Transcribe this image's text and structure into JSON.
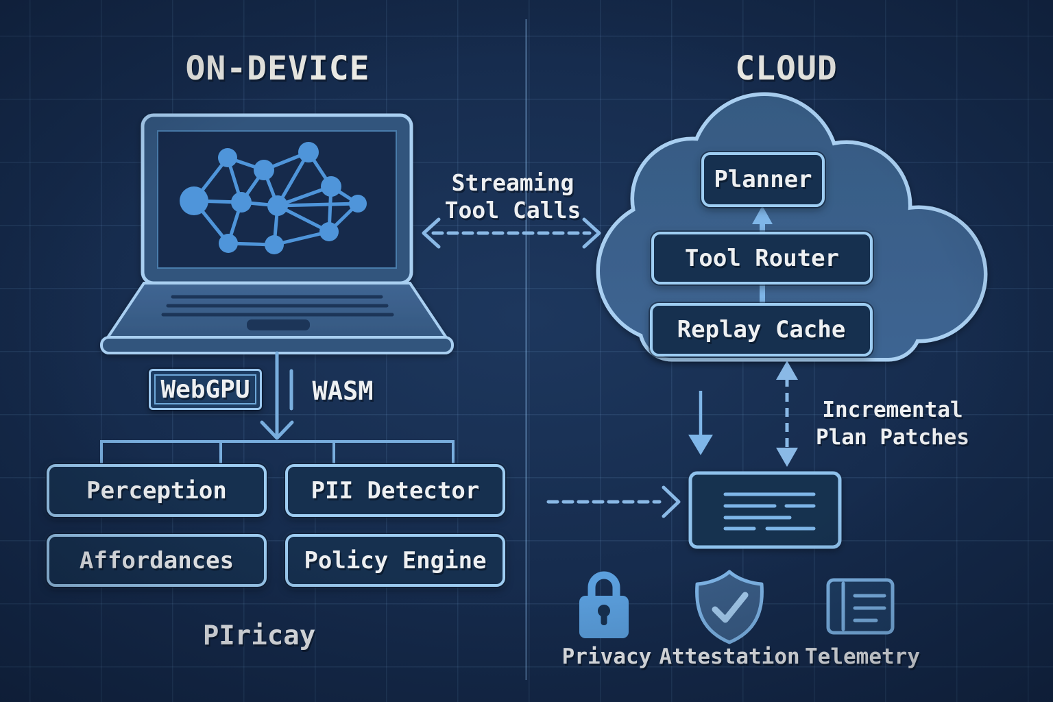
{
  "left": {
    "title": "ON-DEVICE",
    "webgpu": "WebGPU",
    "wasm": "WASM",
    "modules": [
      "Perception",
      "PII Detector",
      "Affordances",
      "Policy Engine"
    ],
    "caption": "PIricay"
  },
  "center": {
    "link_label_line1": "Streaming",
    "link_label_line2": "Tool Calls"
  },
  "right": {
    "title": "CLOUD",
    "planner": "Planner",
    "tool_router": "Tool Router",
    "replay_cache": "Replay Cache",
    "patches_line1": "Incremental",
    "patches_line2": "Plan Patches",
    "badges": [
      {
        "icon": "lock-icon",
        "label": "Privacy"
      },
      {
        "icon": "shield-check-icon",
        "label": "Attestation"
      },
      {
        "icon": "document-icon",
        "label": "Telemetry"
      }
    ]
  },
  "colors": {
    "background": "#152a4b",
    "stroke_bright": "#a9cff1",
    "stroke_mid": "#79aede",
    "node_blue": "#4f95da",
    "box_fill": "#16304f",
    "cloud_fill": "#3a5f8a",
    "text": "#eef0f2"
  }
}
